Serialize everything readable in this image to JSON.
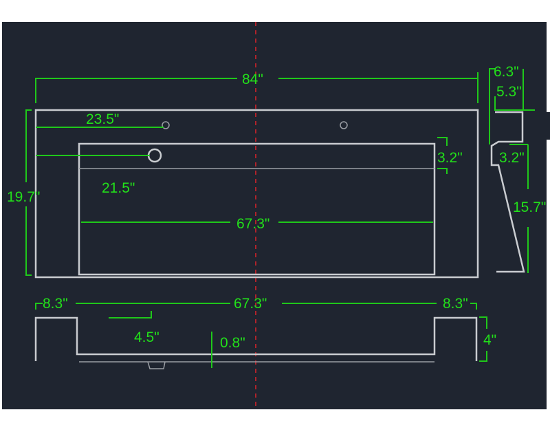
{
  "colors": {
    "background": "#1f2530",
    "dimension": "#22e01a",
    "outline": "#c9ccd0",
    "centerline": "#b0232a"
  },
  "top_view": {
    "overall_width": "84\"",
    "depth": "19.7\"",
    "hole_offset": "23.5\"",
    "drain_offset": "21.5\"",
    "basin_width": "67.3\"",
    "basin_lip": "3.2\""
  },
  "side_view": {
    "top_depth": "6.3\"",
    "inner_depth": "5.3\"",
    "lip": "3.2\"",
    "height": "15.7\""
  },
  "front_view": {
    "left_deck": "8.3\"",
    "basin_width": "67.3\"",
    "right_deck": "8.3\"",
    "drain_offset": "4.5\"",
    "slope": "0.8\"",
    "height": "4\""
  }
}
